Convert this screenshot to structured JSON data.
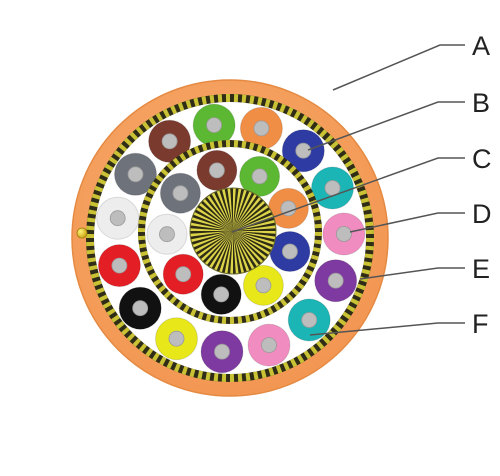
{
  "colors": {
    "jacket": "#F7A362",
    "jacket_edge": "#E58A42",
    "filler": "#FFFFFF",
    "armor_dark": "#2F2C17",
    "armor_light": "#C9C234",
    "core_dark": "#2E2B14",
    "core_light": "#DCD54A",
    "fiber_core": "#BDBDBD",
    "ripcord": "#E8D12A",
    "leader": "#555555"
  },
  "labels": [
    "A",
    "B",
    "C",
    "D",
    "E",
    "F"
  ],
  "outer_ring_fibers": [
    {
      "name": "orange",
      "color": "#F08E45"
    },
    {
      "name": "blue",
      "color": "#2D3BA3"
    },
    {
      "name": "aqua",
      "color": "#1BB5B5"
    },
    {
      "name": "rose",
      "color": "#F08CBF"
    },
    {
      "name": "violet",
      "color": "#7E3AA0"
    },
    {
      "name": "aqua",
      "color": "#1BB5B5"
    },
    {
      "name": "rose",
      "color": "#F08CBF"
    },
    {
      "name": "violet",
      "color": "#7E3AA0"
    },
    {
      "name": "yellow",
      "color": "#E7E71A"
    },
    {
      "name": "black",
      "color": "#111111"
    },
    {
      "name": "red",
      "color": "#E31E24"
    },
    {
      "name": "white",
      "color": "#EDEDED"
    },
    {
      "name": "slate",
      "color": "#6E727B"
    },
    {
      "name": "brown",
      "color": "#7A3A2E"
    },
    {
      "name": "green",
      "color": "#5CB832"
    }
  ],
  "inner_ring_fibers": [
    {
      "name": "green",
      "color": "#5CB832"
    },
    {
      "name": "orange",
      "color": "#F08E45"
    },
    {
      "name": "blue",
      "color": "#2D3BA3"
    },
    {
      "name": "yellow",
      "color": "#E7E71A"
    },
    {
      "name": "black",
      "color": "#111111"
    },
    {
      "name": "red",
      "color": "#E31E24"
    },
    {
      "name": "white",
      "color": "#EDEDED"
    },
    {
      "name": "slate",
      "color": "#6E727B"
    },
    {
      "name": "brown",
      "color": "#7A3A2E"
    }
  ]
}
